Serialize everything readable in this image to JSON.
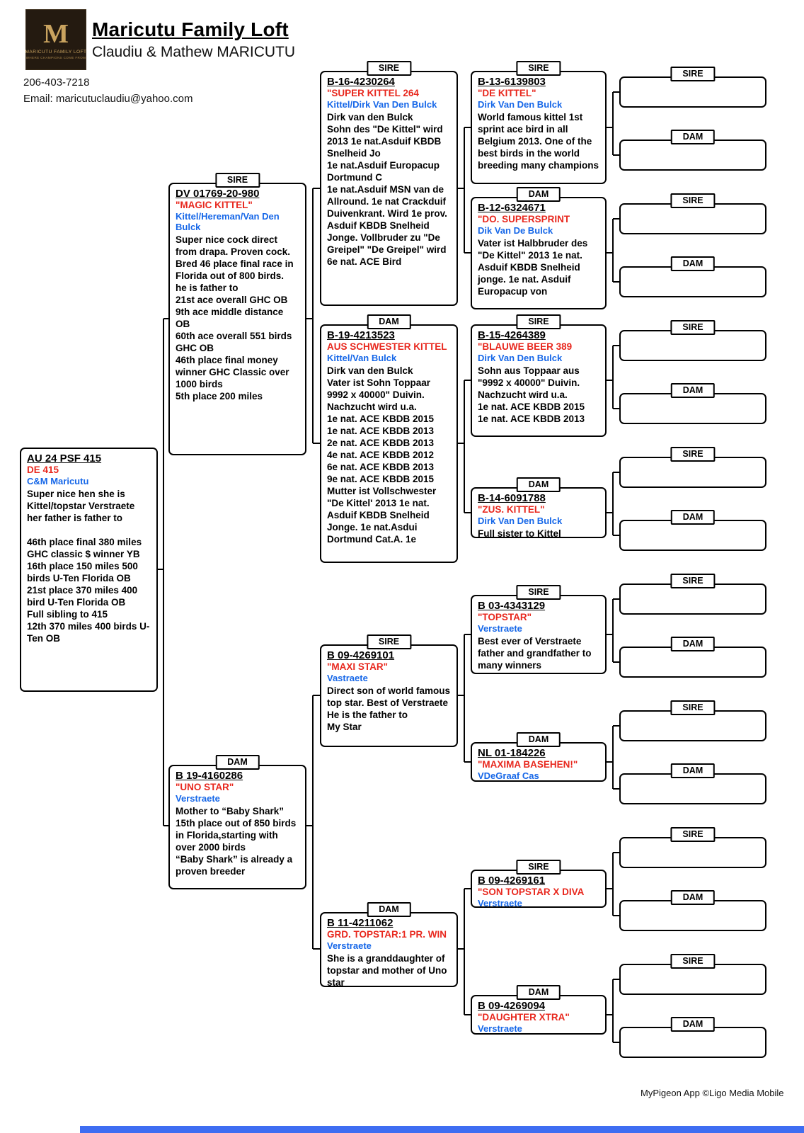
{
  "header": {
    "loft_name": "Maricutu Family Loft",
    "owners": "Claudiu & Mathew MARICUTU",
    "phone": "206-403-7218",
    "email": "Email: maricutuclaudiu@yahoo.com",
    "logo": {
      "monogram": "M",
      "line1": "MARICUTU FAMILY LOFT",
      "line2": "WHERE CHAMPIONS COME FROM"
    }
  },
  "colors": {
    "bird_name_red": "#e8281e",
    "strain_blue": "#1667e8",
    "bottom_bar_blue": "#3e6df2"
  },
  "nodes": {
    "root": {
      "ring": "AU 24 PSF 415",
      "name": "DE 415",
      "strain": "C&M Maricutu",
      "desc": "Super nice hen she is Kittel/topstar Verstraete her father is father to\n\n46th place final 380 miles GHC classic $ winner YB\n16th place 150 miles 500 birds U-Ten Florida OB\n21st place 370 miles 400 bird U-Ten Florida OB\nFull sibling to 415\n12th 370 miles 400 birds U-Ten OB"
    },
    "g2_sire": {
      "tab": "SIRE",
      "ring": "DV 01769-20-980",
      "name": "\"MAGIC KITTEL\"",
      "strain": "Kittel/Hereman/Van Den Bulck",
      "desc": "Super nice cock direct from drapa. Proven cock.\nBred 46 place final race in Florida out of 800 birds.\nhe is father to\n21st ace overall GHC OB\n9th ace middle distance OB\n60th ace overall 551 birds GHC OB\n46th place final money winner GHC Classic over 1000 birds\n5th place 200 miles"
    },
    "g2_dam": {
      "tab": "DAM",
      "ring": "B 19-4160286",
      "name": "\"UNO STAR\"",
      "strain": "Verstraete",
      "desc": "Mother to “Baby Shark” 15th place out of 850 birds in Florida,starting with over 2000 birds\n“Baby Shark” is already a proven breeder"
    },
    "g3_1": {
      "tab": "SIRE",
      "ring": "B-16-4230264",
      "name": "\"SUPER KITTEL 264",
      "strain": "Kittel/Dirk Van Den Bulck",
      "desc": "Dirk van den Bulck\nSohn des \"De Kittel\" wird 2013 1e nat.Asduif KBDB\nSnelheid Jo\n1e nat.Asduif Europacup Dortmund C\n1e nat.Asduif MSN van de Allround. 1e nat Crackduif Duivenkrant. Wird 1e prov.\nAsduif KBDB Snelheid Jonge. Vollbruder zu \"De Greipel\" \"De Greipel\" wird 6e nat. ACE Bird"
    },
    "g3_2": {
      "tab": "DAM",
      "ring": "B-19-4213523",
      "name": "AUS SCHWESTER KITTEL",
      "strain": "Kittel/Van Bulck",
      "desc": "Dirk van den Bulck\nVater ist Sohn Toppaar 9992 x 40000\" Duivin.\nNachzucht wird u.a.\n1e nat. ACE KBDB 2015\n1e nat. ACE KBDB 2013\n2e nat. ACE KBDB 2013\n4e nat. ACE KBDB 2012\n6e nat. ACE KBDB 2013\n9e nat. ACE KBDB 2015\nMutter ist Vollschwester \"De Kittel' 2013 1e nat. Asduif KBDB Snelheid Jonge. 1e nat.Asdui Dortmund Cat.A. 1e"
    },
    "g3_3": {
      "tab": "SIRE",
      "ring": "B 09-4269101",
      "name": "\"MAXI STAR\"",
      "strain": "Vastraete",
      "desc": "Direct son of world famous top star. Best of Verstraete\nHe is the father to\nMy Star"
    },
    "g3_4": {
      "tab": "DAM",
      "ring": "B 11-4211062",
      "name": "GRD. TOPSTAR:1 PR. WIN",
      "strain": "Verstraete",
      "desc": "She is a granddaughter of topstar and mother of Uno star"
    },
    "g4_1": {
      "tab": "SIRE",
      "ring": "B-13-6139803",
      "name": "\"DE KITTEL\"",
      "strain": "Dirk Van Den Bulck",
      "desc": "World famous kittel 1st sprint ace bird in all Belgium 2013. One of the best birds in the world breeding many champions"
    },
    "g4_2": {
      "tab": "DAM",
      "ring": "B-12-6324671",
      "name": "\"DO. SUPERSPRINT",
      "strain": "Dik Van De Bulck",
      "desc": "Vater ist Halbbruder des \"De Kittel\" 2013 1e nat. Asduif KBDB Snelheid jonge. 1e nat. Asduif Europacup von"
    },
    "g4_3": {
      "tab": "SIRE",
      "ring": "B-15-4264389",
      "name": "\"BLAUWE BEER 389",
      "strain": "Dirk Van Den Bulck",
      "desc": "Sohn aus Toppaar aus \"9992 x 40000\" Duivin. Nachzucht wird u.a.\n1e nat. ACE KBDB 2015\n1e nat. ACE KBDB 2013"
    },
    "g4_4": {
      "tab": "DAM",
      "ring": "B-14-6091788",
      "name": "\"ZUS. KITTEL\"",
      "strain": "Dirk Van Den Bulck",
      "desc": "Full sister to Kittel"
    },
    "g4_5": {
      "tab": "SIRE",
      "ring": "B 03-4343129",
      "name": "\"TOPSTAR\"",
      "strain": "Verstraete",
      "desc": "Best ever of Verstraete father and grandfather to many winners"
    },
    "g4_6": {
      "tab": "DAM",
      "ring": "NL 01-184226",
      "name": "\"MAXIMA BASEHEN!\"",
      "strain": "VDeGraaf Cas",
      "desc": ""
    },
    "g4_7": {
      "tab": "SIRE",
      "ring": "B 09-4269161",
      "name": "\"SON TOPSTAR X DIVA",
      "strain": "Verstraete",
      "desc": ""
    },
    "g4_8": {
      "tab": "DAM",
      "ring": "B 09-4269094",
      "name": "\"DAUGHTER XTRA\"",
      "strain": "Verstraete",
      "desc": ""
    }
  },
  "gen5": [
    {
      "tab": "SIRE"
    },
    {
      "tab": "DAM"
    },
    {
      "tab": "SIRE"
    },
    {
      "tab": "DAM"
    },
    {
      "tab": "SIRE"
    },
    {
      "tab": "DAM"
    },
    {
      "tab": "SIRE"
    },
    {
      "tab": "DAM"
    },
    {
      "tab": "SIRE"
    },
    {
      "tab": "DAM"
    },
    {
      "tab": "SIRE"
    },
    {
      "tab": "DAM"
    },
    {
      "tab": "SIRE"
    },
    {
      "tab": "DAM"
    },
    {
      "tab": "SIRE"
    },
    {
      "tab": "DAM"
    }
  ],
  "footer": {
    "credit": "MyPigeon App ©Ligo Media Mobile"
  }
}
